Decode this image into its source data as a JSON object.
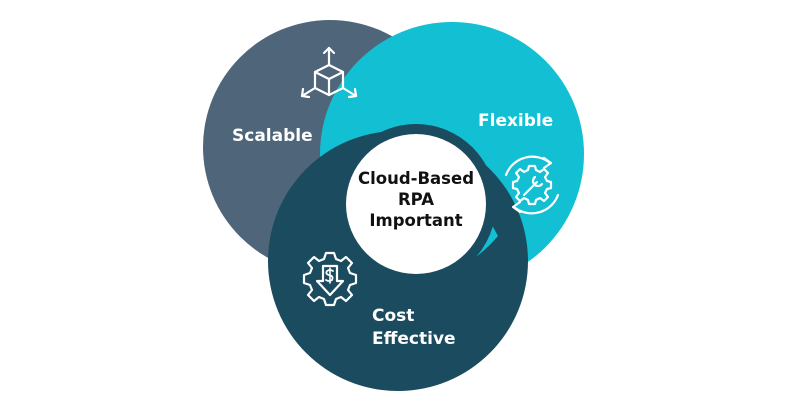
{
  "colors": {
    "scalable": "#4f6579",
    "flexible": "#12bfd3",
    "cost": "#1b4b5e",
    "center": "#ffffff"
  },
  "segments": {
    "scalable": {
      "label": "Scalable",
      "icon": "cube-expand-icon"
    },
    "flexible": {
      "label": "Flexible",
      "icon": "gear-wrench-cycle-icon"
    },
    "cost": {
      "line1": "Cost",
      "line2": "Effective",
      "icon": "gear-dollar-down-icon"
    }
  },
  "center": {
    "line1": "Cloud-Based",
    "line2": "RPA",
    "line3": "Important"
  }
}
